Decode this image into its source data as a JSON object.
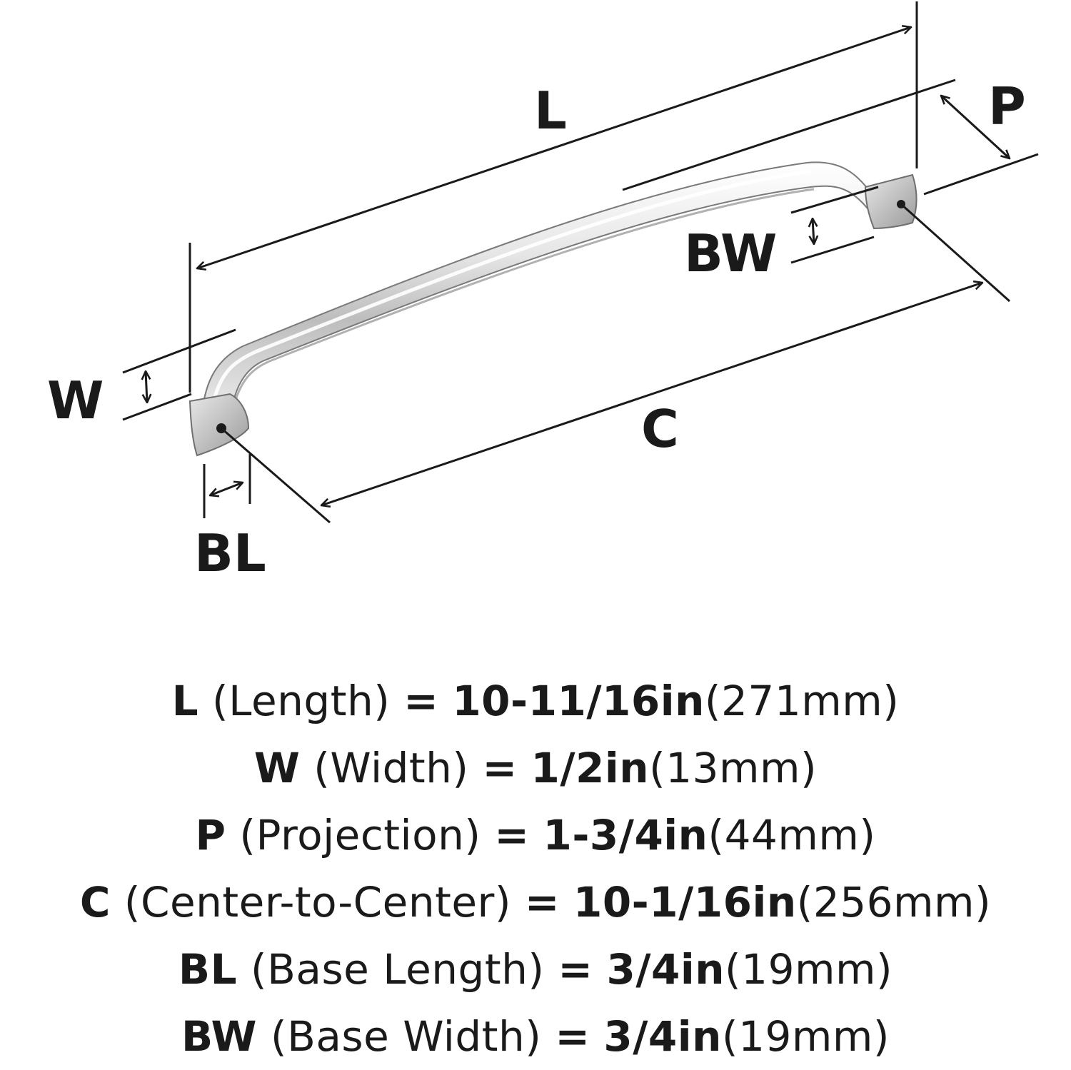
{
  "diagram": {
    "labels": {
      "length": "L",
      "width": "W",
      "projection": "P",
      "center": "C",
      "base_length": "BL",
      "base_width": "BW"
    },
    "colors": {
      "line": "#1a1a1a",
      "metal_light": "#f4f4f4",
      "metal_mid": "#cfcfcf",
      "metal_dark": "#8a8a8a"
    }
  },
  "specs": [
    {
      "key": "L",
      "desc": "(Length)",
      "eq": "=",
      "imperial": "10-11/16in",
      "metric": "(271mm)"
    },
    {
      "key": "W",
      "desc": "(Width)",
      "eq": "=",
      "imperial": "1/2in",
      "metric": "(13mm)"
    },
    {
      "key": "P",
      "desc": "(Projection)",
      "eq": "=",
      "imperial": "1-3/4in",
      "metric": "(44mm)"
    },
    {
      "key": "C",
      "desc": "(Center-to-Center)",
      "eq": "=",
      "imperial": "10-1/16in",
      "metric": "(256mm)"
    },
    {
      "key": "BL",
      "desc": "(Base Length)",
      "eq": "=",
      "imperial": "3/4in",
      "metric": "(19mm)"
    },
    {
      "key": "BW",
      "desc": "(Base Width)",
      "eq": "=",
      "imperial": "3/4in",
      "metric": "(19mm)"
    }
  ]
}
